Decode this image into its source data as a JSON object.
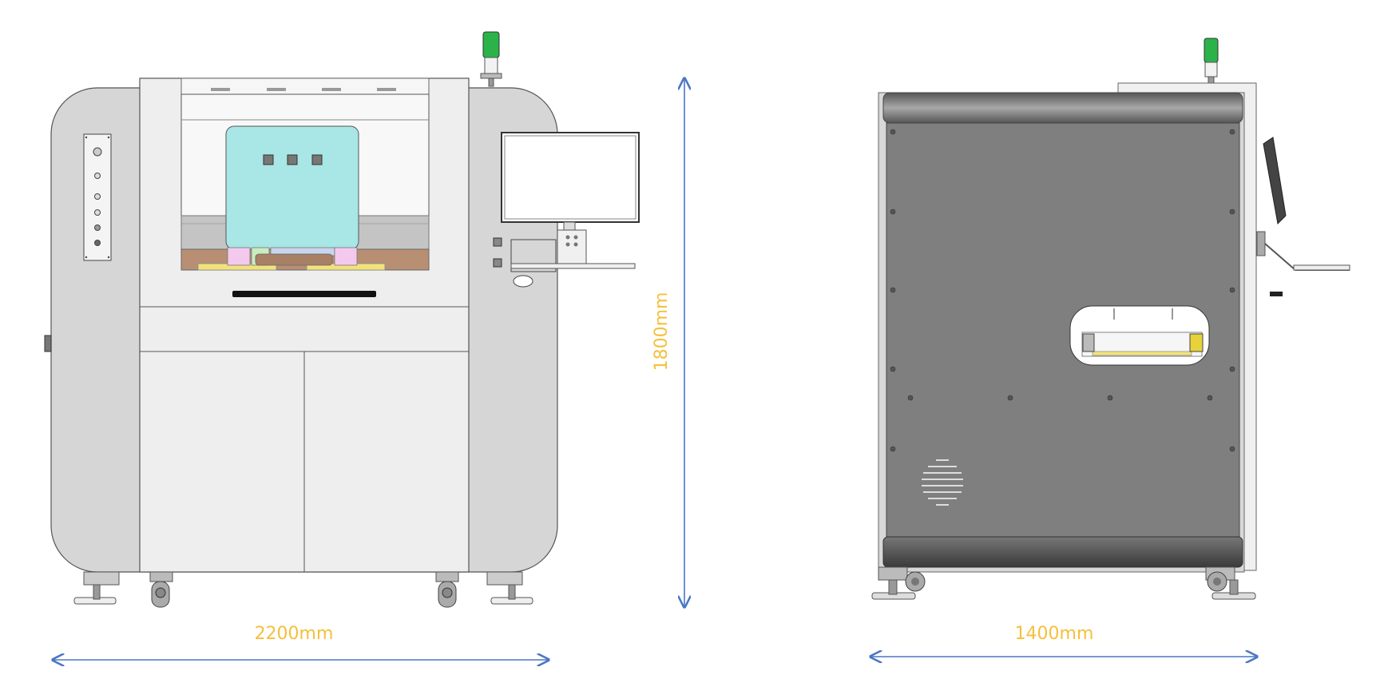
{
  "dimensions": {
    "width_label": "2200mm",
    "height_label": "1800mm",
    "depth_label": "1400mm"
  },
  "colors": {
    "dimension_text": "#f5c03a",
    "dimension_arrow": "#4a76c4",
    "beacon_green": "#2bb34a",
    "frame_light": "#dcdcdc",
    "panel_light": "#eeeeee",
    "window_cyan": "#a9e6e6",
    "side_panel_dark": "#7f7f7f",
    "conveyor_brown": "#b98f74"
  }
}
